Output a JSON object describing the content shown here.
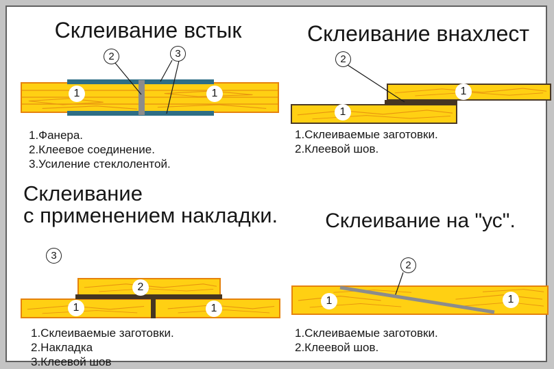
{
  "panels": [
    {
      "title": "Склеивание встык",
      "markers": {
        "left_board": "1",
        "right_board": "1",
        "glue_joint": "2",
        "tape": "3"
      },
      "legend": [
        "1.Фанера.",
        "2.Клеевое соединение.",
        "3.Усиление стеклолентой."
      ]
    },
    {
      "title": "Склеивание внахлест",
      "markers": {
        "upper_board": "1",
        "lower_board": "1",
        "glue_seam": "2"
      },
      "legend": [
        "1.Склеиваемые заготовки.",
        "2.Клеевой шов."
      ]
    },
    {
      "title_line1": "Склеивание",
      "title_line2": "с применением накладки.",
      "markers": {
        "left_board": "1",
        "right_board": "1",
        "pad": "2",
        "glue_seam": "3"
      },
      "legend": [
        "1.Склеиваемые заготовки.",
        "2.Накладка",
        "3.Клеевой шов"
      ]
    },
    {
      "title": "Склеивание на \"ус\".",
      "markers": {
        "left_board": "1",
        "right_board": "1",
        "glue_seam": "2"
      },
      "legend": [
        "1.Склеиваемые заготовки.",
        "2.Клеевой шов."
      ]
    }
  ],
  "colors": {
    "wood_fill": "#FFD013",
    "wood_grain": "#E8940F",
    "wood_border_orange": "#E5820C",
    "wood_border_dark": "#4A3823",
    "glue_gray": "#8C8C8C",
    "glue_dark_seam": "#453522",
    "fiberglass_tape_teal": "#2E6E86",
    "frame_gray": "#C8C8C8"
  }
}
